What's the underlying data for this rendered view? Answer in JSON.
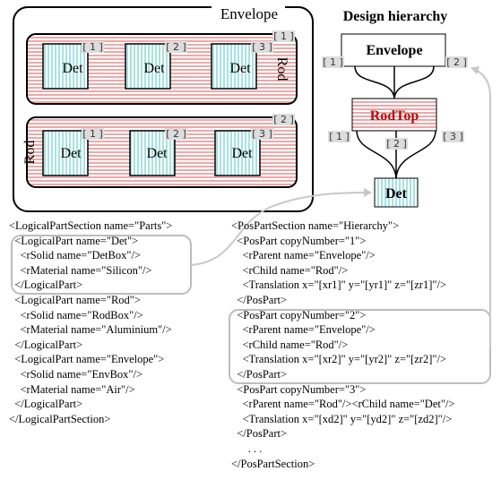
{
  "envelope_box": {
    "title": "Envelope",
    "det_label": "Det",
    "rod_label": "Rod"
  },
  "badges": {
    "one": "[ 1 ]",
    "two": "[ 2 ]",
    "three": "[ 3 ]"
  },
  "hierarchy": {
    "title": "Design hierarchy",
    "envelope": "Envelope",
    "rodtop": "RodTop",
    "det": "Det"
  },
  "code_left": [
    "<LogicalPartSection name=\"Parts\">",
    "  <LogicalPart name=\"Det\">",
    "    <rSolid name=\"DetBox\"/>",
    "    <rMaterial name=\"Silicon\"/>",
    "  </LogicalPart>",
    "  <LogicalPart name=\"Rod\">",
    "    <rSolid name=\"RodBox\"/>",
    "    <rMaterial name=\"Aluminium\"/>",
    "  </LogicalPart>",
    "  <LogicalPart name=\"Envelope\">",
    "    <rSolid name=\"EnvBox\"/>",
    "    <rMaterial name=\"Air\"/>",
    "  </LogicalPart>",
    "</LogicalPartSection>"
  ],
  "code_right": [
    "<PosPartSection name=\"Hierarchy\">",
    "  <PosPart copyNumber=\"1\">",
    "    <rParent name=\"Envelope\"/>",
    "    <rChild name=\"Rod\"/>",
    "    <Translation x=\"[xr1]\" y=\"[yr1]\" z=\"[zr1]\"/>",
    "  </PosPart>",
    "  <PosPart copyNumber=\"2\">",
    "    <rParent name=\"Envelope\"/>",
    "    <rChild name=\"Rod\"/>",
    "    <Translation x=\"[xr2]\" y=\"[yr2]\" z=\"[zr2]\"/>",
    "  </PosPart>",
    "  <PosPart copyNumber=\"3\">",
    "    <rParent name=\"Rod\"/><rChild name=\"Det\"/>",
    "    <Translation x=\"[xd2]\" y=\"[yd2]\" z=\"[zd2]\"/>",
    "  </PosPart>",
    "      . . .",
    "</PosPartSection>"
  ]
}
